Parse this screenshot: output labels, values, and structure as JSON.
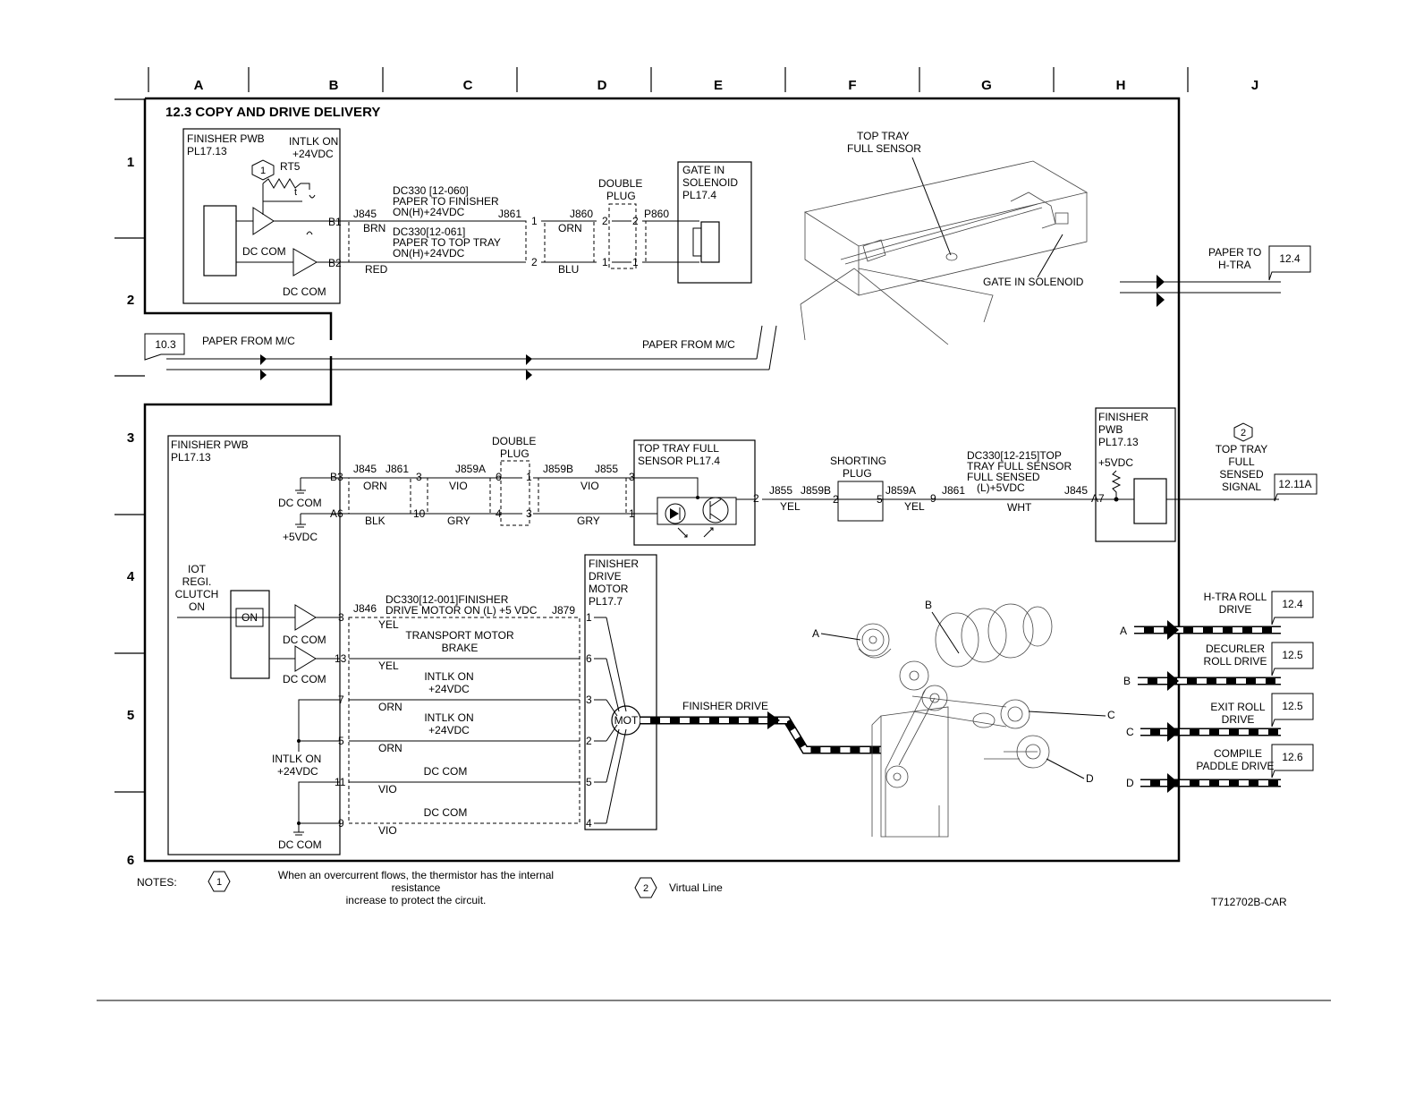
{
  "title": "12.3 COPY AND DRIVE DELIVERY",
  "columns": [
    "A",
    "B",
    "C",
    "D",
    "E",
    "F",
    "G",
    "H",
    "J"
  ],
  "rows": [
    "1",
    "2",
    "3",
    "4",
    "5",
    "6"
  ],
  "upper": {
    "pwb_name": "FINISHER PWB",
    "pwb_pl": "PL17.13",
    "intlk_on": "INTLK ON",
    "plus24": "+24VDC",
    "rt5": "RT5",
    "t": "t",
    "note1_num": "1",
    "dc_com": "DC COM",
    "dc_com2": "DC COM",
    "b1": "B1",
    "b2": "B2",
    "j845": "J845",
    "brn": "BRN",
    "red": "RED",
    "dc330a_1": "DC330 [12-060]",
    "dc330a_2": "PAPER TO FINISHER",
    "dc330a_3": "ON(H)+24VDC",
    "dc330b_1": "DC330[12-061]",
    "dc330b_2": "PAPER TO TOP TRAY",
    "dc330b_3": "ON(H)+24VDC",
    "j861": "J861",
    "p1": "1",
    "p2": "2",
    "j860": "J860",
    "orn": "ORN",
    "blu": "BLU",
    "double_plug_1": "DOUBLE",
    "double_plug_2": "PLUG",
    "dp2a": "2",
    "dp2b": "2",
    "dp1a": "1",
    "dp1b": "1",
    "p860": "P860",
    "gate_1": "GATE IN",
    "gate_2": "SOLENOID",
    "gate_3": "PL17.4",
    "top_tray_sensor_1": "TOP TRAY",
    "top_tray_sensor_2": "FULL SENSOR",
    "gate_label": "GATE IN SOLENOID",
    "paper_to_htra_1": "PAPER TO",
    "paper_to_htra_2": "H-TRA",
    "ref_124": "12.4"
  },
  "paper": {
    "ref_103": "10.3",
    "from_mc": "PAPER FROM M/C",
    "from_mc2": "PAPER FROM M/C"
  },
  "sensor_section": {
    "pwb_name": "FINISHER PWB",
    "pwb_pl": "PL17.13",
    "b3": "B3",
    "a6": "A6",
    "dc_com": "DC COM",
    "plus5": "+5VDC",
    "j845": "J845",
    "j861": "J861",
    "orn": "ORN",
    "blk": "BLK",
    "p3": "3",
    "p10": "10",
    "j859a": "J859A",
    "vio": "VIO",
    "gry": "GRY",
    "dp_1": "DOUBLE",
    "dp_2": "PLUG",
    "d6": "6",
    "d1": "1",
    "d4": "4",
    "d3": "3",
    "j859b": "J859B",
    "j855": "J855",
    "vio2": "VIO",
    "gry2": "GRY",
    "s3": "3",
    "s1": "1",
    "sensor_1": "TOP TRAY FULL",
    "sensor_2": "SENSOR PL17.4",
    "s2": "2",
    "j855b": "J855",
    "j859b2": "J859B",
    "yel": "YEL",
    "short_1": "SHORTING",
    "short_2": "PLUG",
    "sp2": "2",
    "sp5": "5",
    "j859a2": "J859A",
    "yel2": "YEL",
    "p9": "9",
    "j861b": "J861",
    "dc215_1": "DC330[12-215]TOP",
    "dc215_2": "TRAY FULL SENSOR",
    "dc215_3": "FULL SENSED",
    "dc215_4": "(L)+5VDC",
    "wht": "WHT",
    "j845b": "J845",
    "a7": "A7",
    "fpwb_1": "FINISHER",
    "fpwb_2": "PWB",
    "fpwb_3": "PL17.13",
    "fplus5": "+5VDC",
    "note2_num": "2",
    "sig_1": "TOP TRAY",
    "sig_2": "FULL",
    "sig_3": "SENSED",
    "sig_4": "SIGNAL",
    "ref_1211a": "12.11A"
  },
  "motor_section": {
    "iot_1": "IOT",
    "iot_2": "REGI.",
    "iot_3": "CLUTCH",
    "iot_4": "ON",
    "on_box": "ON",
    "dc_com_a": "DC COM",
    "dc_com_b": "DC COM",
    "intlk_1": "INTLK ON",
    "intlk_2": "+24VDC",
    "dc_com_c": "DC COM",
    "j846": "J846",
    "dc001_1": "DC330[12-001]FINISHER",
    "dc001_2": "DRIVE MOTOR ON (L) +5 VDC",
    "j879": "J879",
    "pins_left": [
      "3",
      "13",
      "7",
      "5",
      "11",
      "9"
    ],
    "pins_right": [
      "1",
      "6",
      "3",
      "2",
      "5",
      "4"
    ],
    "wire_colors": [
      "YEL",
      "YEL",
      "ORN",
      "ORN",
      "VIO",
      "VIO"
    ],
    "brake_1": "TRANSPORT MOTOR",
    "brake_2": "BRAKE",
    "intlk_a1": "INTLK ON",
    "intlk_a2": "+24VDC",
    "intlk_b1": "INTLK ON",
    "intlk_b2": "+24VDC",
    "dccom_1": "DC COM",
    "dccom_2": "DC COM",
    "motor_1": "FINISHER",
    "motor_2": "DRIVE",
    "motor_3": "MOTOR",
    "motor_4": "PL17.7",
    "mot": "MOT",
    "fin_drive": "FINISHER DRIVE",
    "gear_a": "A",
    "gear_b": "B",
    "gear_c": "C",
    "gear_d": "D"
  },
  "outputs": [
    {
      "letter": "A",
      "label_1": "H-TRA ROLL",
      "label_2": "DRIVE",
      "ref": "12.4"
    },
    {
      "letter": "B",
      "label_1": "DECURLER",
      "label_2": "ROLL DRIVE",
      "ref": "12.5"
    },
    {
      "letter": "C",
      "label_1": "EXIT ROLL",
      "label_2": "DRIVE",
      "ref": "12.5"
    },
    {
      "letter": "D",
      "label_1": "COMPILE",
      "label_2": "PADDLE DRIVE",
      "ref": "12.6"
    }
  ],
  "notes": {
    "label": "NOTES:",
    "n1": "1",
    "n1_line1": "When an overcurrent flows, the thermistor has the internal",
    "n1_line2": "resistance",
    "n1_line3": "increase to protect the circuit.",
    "n2": "2",
    "n2_text": "Virtual Line"
  },
  "drawing_id": "T712702B-CAR"
}
